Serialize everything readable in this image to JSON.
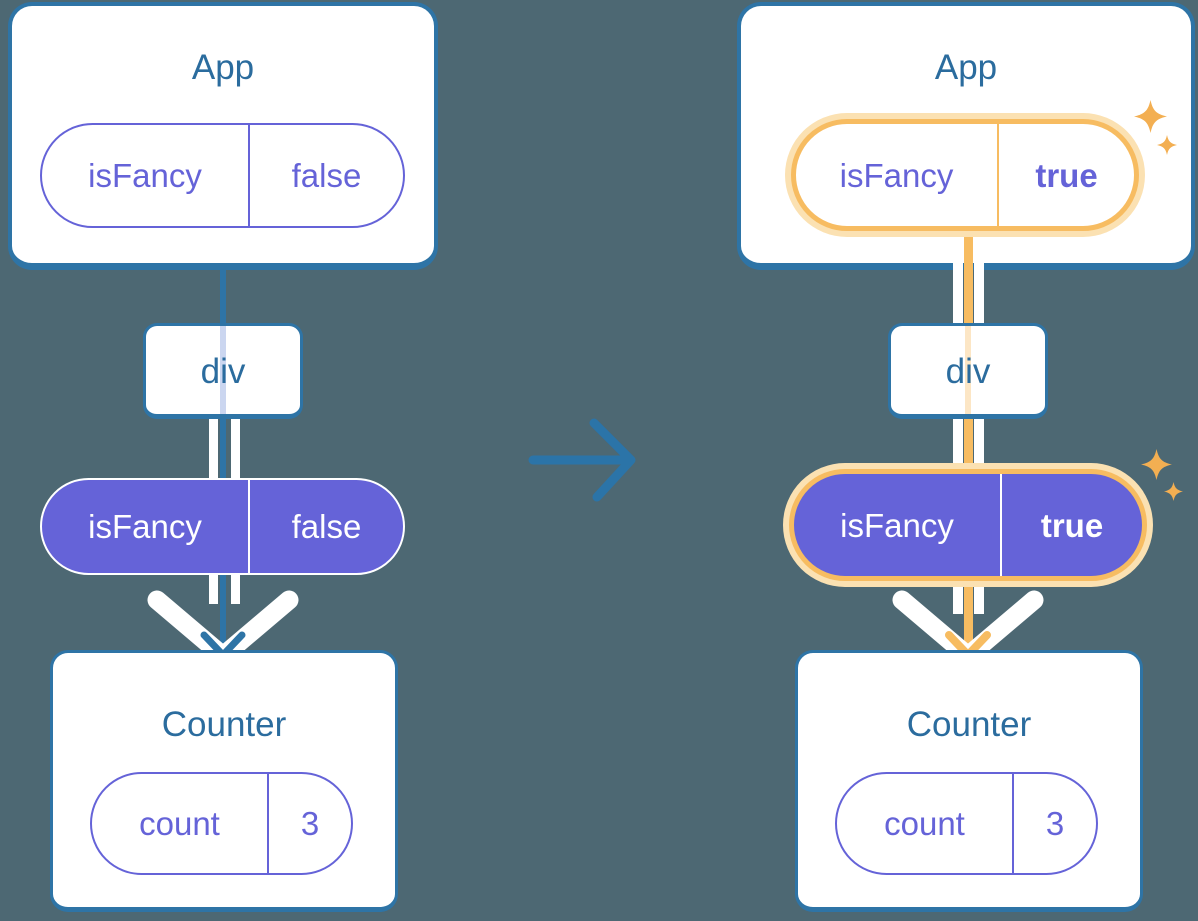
{
  "colors": {
    "background": "#4D6873",
    "card_border": "#2E74A6",
    "heading_text": "#2B6C9E",
    "purple": "#6563D8",
    "orange": "#F7BC61",
    "orange_glow": "#FBE1B2",
    "sparkle": "#F3AF52",
    "lavender_lane": "#CBD6F0",
    "peach_lane": "#FCE6C5",
    "arrow_blue": "#2B74A8"
  },
  "before": {
    "app": {
      "title": "App",
      "prop_name": "isFancy",
      "prop_value": "false"
    },
    "div_node": {
      "label": "div"
    },
    "passed_prop": {
      "prop_name": "isFancy",
      "prop_value": "false"
    },
    "counter": {
      "title": "Counter",
      "state_name": "count",
      "state_value": "3"
    }
  },
  "after": {
    "app": {
      "title": "App",
      "prop_name": "isFancy",
      "prop_value": "true"
    },
    "div_node": {
      "label": "div"
    },
    "passed_prop": {
      "prop_name": "isFancy",
      "prop_value": "true"
    },
    "counter": {
      "title": "Counter",
      "state_name": "count",
      "state_value": "3"
    }
  }
}
